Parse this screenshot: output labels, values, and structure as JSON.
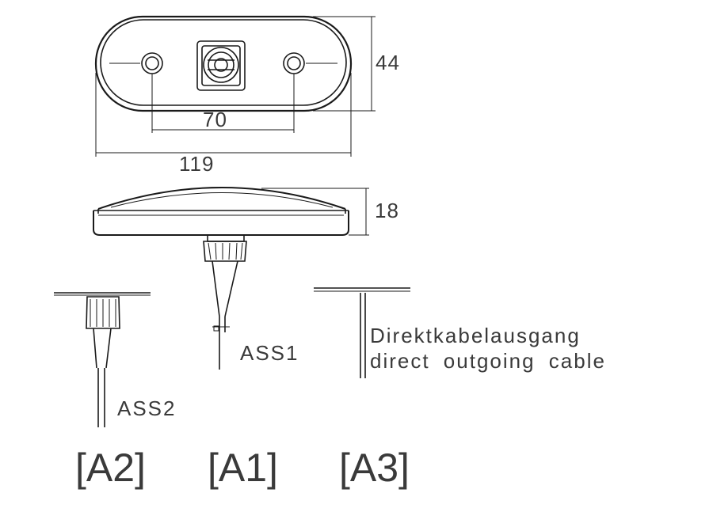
{
  "dimensions": {
    "width_total": "119",
    "hole_spacing": "70",
    "height": "44",
    "depth": "18"
  },
  "connectors": {
    "a1_label": "ASS1",
    "a2_label": "ASS2",
    "a3_label_de": "Direktkabelausgang",
    "a3_label_en": "direct outgoing cable"
  },
  "variants": {
    "a2": "[A2]",
    "a1": "[A1]",
    "a3": "[A3]"
  },
  "colors": {
    "line": "#1a1a1a",
    "text": "#3a3a3a",
    "dim_line": "#555555"
  }
}
